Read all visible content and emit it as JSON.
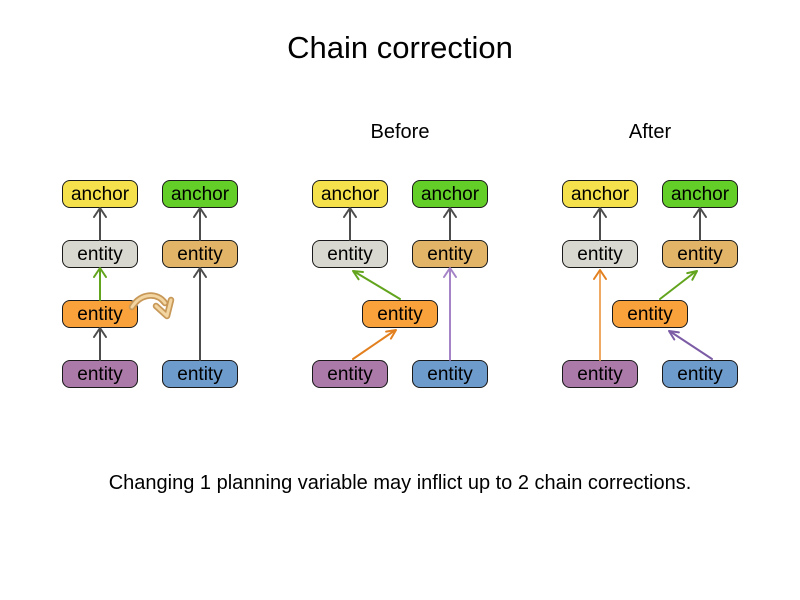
{
  "title": "Chain correction",
  "caption": "Changing 1 planning variable may inflict up to 2 chain corrections.",
  "sections": {
    "before_label": "Before",
    "after_label": "After"
  },
  "colors": {
    "anchor_yellow": "#F5E14B",
    "anchor_green": "#63CE27",
    "entity_gray": "#D8D8D0",
    "entity_tan": "#E2B468",
    "entity_orange": "#F9A23B",
    "entity_purple": "#AB7AA9",
    "entity_blue": "#6D9BCC",
    "arrow_black": "#4D4D4D",
    "arrow_green": "#62A41D",
    "arrow_orange": "#E2801F",
    "arrow_orange_light": "#F0A963",
    "arrow_purple_light": "#A484C6",
    "arrow_purple_dark": "#7D5CA6",
    "move_arrow_fill": "#F2D5A0",
    "move_arrow_stroke": "#C89858"
  },
  "groups": [
    {
      "name": "example",
      "label": "",
      "boxes": [
        {
          "label": "anchor",
          "color": "#F5E14B"
        },
        {
          "label": "anchor",
          "color": "#63CE27"
        },
        {
          "label": "entity",
          "color": "#D8D8D0"
        },
        {
          "label": "entity",
          "color": "#E2B468"
        },
        {
          "label": "entity",
          "color": "#F9A23B"
        },
        {
          "label": "entity",
          "color": "#AB7AA9"
        },
        {
          "label": "entity",
          "color": "#6D9BCC"
        }
      ],
      "arrows": [
        {
          "from": "purple-entity",
          "to": "orange-entity",
          "color": "#4D4D4D"
        },
        {
          "from": "orange-entity",
          "to": "gray-entity",
          "color": "#62A41D"
        },
        {
          "from": "gray-entity",
          "to": "yellow-anchor",
          "color": "#4D4D4D"
        },
        {
          "from": "blue-entity",
          "to": "tan-entity",
          "color": "#4D4D4D"
        },
        {
          "from": "tan-entity",
          "to": "green-anchor",
          "color": "#4D4D4D"
        },
        {
          "type": "move-indicator",
          "from": "orange-entity",
          "to": "right-chain",
          "color": "#F2D5A0"
        }
      ]
    },
    {
      "name": "before",
      "label": "Before",
      "boxes": [
        {
          "label": "anchor",
          "color": "#F5E14B"
        },
        {
          "label": "anchor",
          "color": "#63CE27"
        },
        {
          "label": "entity",
          "color": "#D8D8D0"
        },
        {
          "label": "entity",
          "color": "#E2B468"
        },
        {
          "label": "entity",
          "color": "#F9A23B"
        },
        {
          "label": "entity",
          "color": "#AB7AA9"
        },
        {
          "label": "entity",
          "color": "#6D9BCC"
        }
      ],
      "arrows": [
        {
          "from": "gray-entity",
          "to": "yellow-anchor",
          "color": "#4D4D4D"
        },
        {
          "from": "tan-entity",
          "to": "green-anchor",
          "color": "#4D4D4D"
        },
        {
          "from": "orange-entity",
          "to": "gray-entity",
          "color": "#62A41D"
        },
        {
          "from": "purple-entity",
          "to": "orange-entity",
          "color": "#E2801F"
        },
        {
          "from": "blue-entity",
          "to": "tan-entity",
          "color": "#A484C6"
        }
      ]
    },
    {
      "name": "after",
      "label": "After",
      "boxes": [
        {
          "label": "anchor",
          "color": "#F5E14B"
        },
        {
          "label": "anchor",
          "color": "#63CE27"
        },
        {
          "label": "entity",
          "color": "#D8D8D0"
        },
        {
          "label": "entity",
          "color": "#E2B468"
        },
        {
          "label": "entity",
          "color": "#F9A23B"
        },
        {
          "label": "entity",
          "color": "#AB7AA9"
        },
        {
          "label": "entity",
          "color": "#6D9BCC"
        }
      ],
      "arrows": [
        {
          "from": "gray-entity",
          "to": "yellow-anchor",
          "color": "#4D4D4D"
        },
        {
          "from": "tan-entity",
          "to": "green-anchor",
          "color": "#4D4D4D"
        },
        {
          "from": "purple-entity",
          "to": "gray-entity",
          "color": "#F0A963"
        },
        {
          "from": "orange-entity",
          "to": "tan-entity",
          "color": "#62A41D"
        },
        {
          "from": "blue-entity",
          "to": "orange-entity",
          "color": "#7D5CA6"
        }
      ]
    }
  ]
}
